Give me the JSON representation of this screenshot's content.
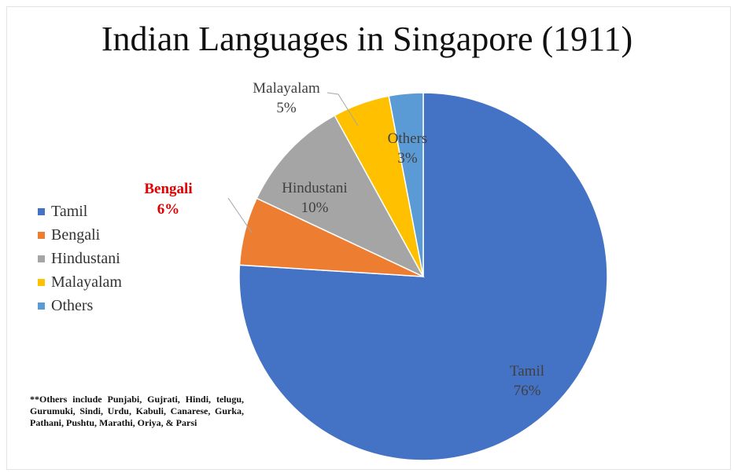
{
  "chart_data": {
    "type": "pie",
    "title": "Indian Languages in Singapore (1911)",
    "slices": [
      {
        "name": "Tamil",
        "value": 76,
        "label": "76%",
        "color": "#4472C4"
      },
      {
        "name": "Bengali",
        "value": 6,
        "label": "6%",
        "color": "#ED7D31"
      },
      {
        "name": "Hindustani",
        "value": 10,
        "label": "10%",
        "color": "#A5A5A5"
      },
      {
        "name": "Malayalam",
        "value": 5,
        "label": "5%",
        "color": "#FFC000"
      },
      {
        "name": "Others",
        "value": 3,
        "label": "3%",
        "color": "#5B9BD5"
      }
    ],
    "legend_position": "left",
    "highlight": {
      "name": "Bengali",
      "label": "6%",
      "color": "#E00000"
    }
  },
  "footnote": "**Others include Punjabi, Gujrati, Hindi, telugu, Gurumuki, Sindi, Urdu, Kabuli, Canarese, Gurka, Pathani, Pushtu, Marathi, Oriya, & Parsi"
}
